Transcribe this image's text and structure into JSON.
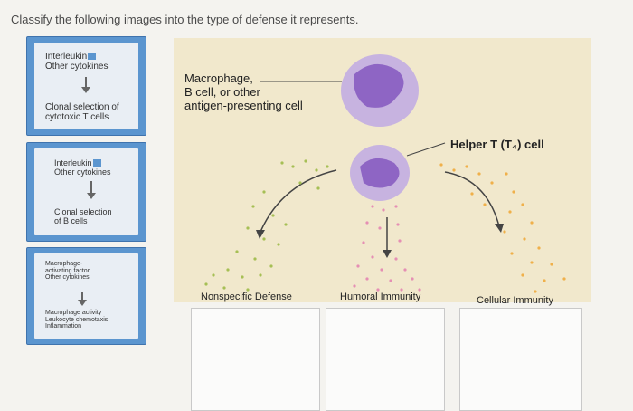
{
  "question": "Classify the following images into the type of defense it represents.",
  "cards": [
    {
      "top": [
        "Interleukin",
        "Other cytokines"
      ],
      "bottom": [
        "Clonal selection of",
        "cytotoxic T cells"
      ]
    },
    {
      "top": [
        "Interleukin",
        "Other cytokines"
      ],
      "bottom": [
        "Clonal selection",
        "of B cells"
      ]
    },
    {
      "top": [
        "Macrophage-",
        "activating factor",
        "Other cytokines"
      ],
      "bottom": [
        "Macrophage activity",
        "Leukocyte chemotaxis",
        "Inflammation"
      ]
    }
  ],
  "diagram": {
    "macrophage_label": [
      "Macrophage,",
      "B cell, or other",
      "antigen-presenting cell"
    ],
    "helper_label": "Helper T (T₄) cell",
    "categories": [
      "Nonspecific Defense",
      "Humoral Immunity",
      "Cellular Immunity"
    ]
  },
  "colors": {
    "card_border": "#5b95cf",
    "panel_bg": "#f1e8cc",
    "dots_green": "#a6bf55",
    "dots_pink": "#e58fb4",
    "dots_orange": "#f0b04a",
    "cell_purple": "#8e65c4"
  }
}
